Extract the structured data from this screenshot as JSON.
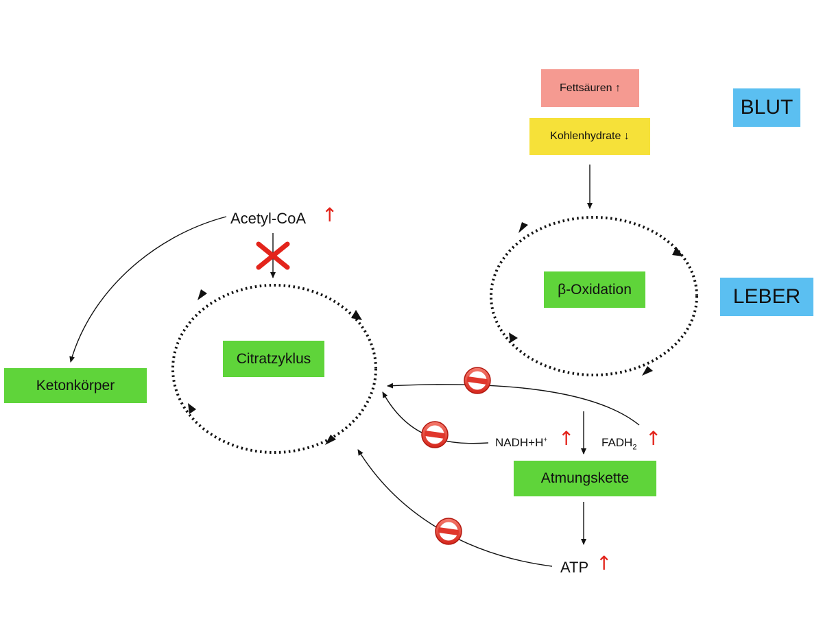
{
  "colors": {
    "process_box": "#5fd43a",
    "compartment_box": "#5bbff1",
    "fatty_acids_box": "#f59a91",
    "carbohydrates_box": "#f6e139",
    "increase_arrow": "#e3241b",
    "block_cross": "#e3241b",
    "inhibition_symbol": "#e3241b"
  },
  "compartments": {
    "blood": "BLUT",
    "liver": "LEBER"
  },
  "inputs": {
    "fatty_acids": "Fettsäuren ↑",
    "carbohydrates": "Kohlenhydrate ↓"
  },
  "processes": {
    "beta_oxidation": "β-Oxidation",
    "citric_acid_cycle": "Citratzyklus",
    "ketone_bodies": "Ketonkörper",
    "respiratory_chain": "Atmungskette"
  },
  "metabolites": {
    "acetyl_coa": "Acetyl-CoA",
    "nadh": "NADH+H",
    "nadh_sup": "+",
    "fadh2": "FADH",
    "fadh2_sub": "2",
    "atp": "ATP",
    "increase_symbol": "↑"
  },
  "icons": {
    "block": "cross-icon",
    "inhibit": "inhibition-icon",
    "increase": "arrow-up-icon"
  }
}
